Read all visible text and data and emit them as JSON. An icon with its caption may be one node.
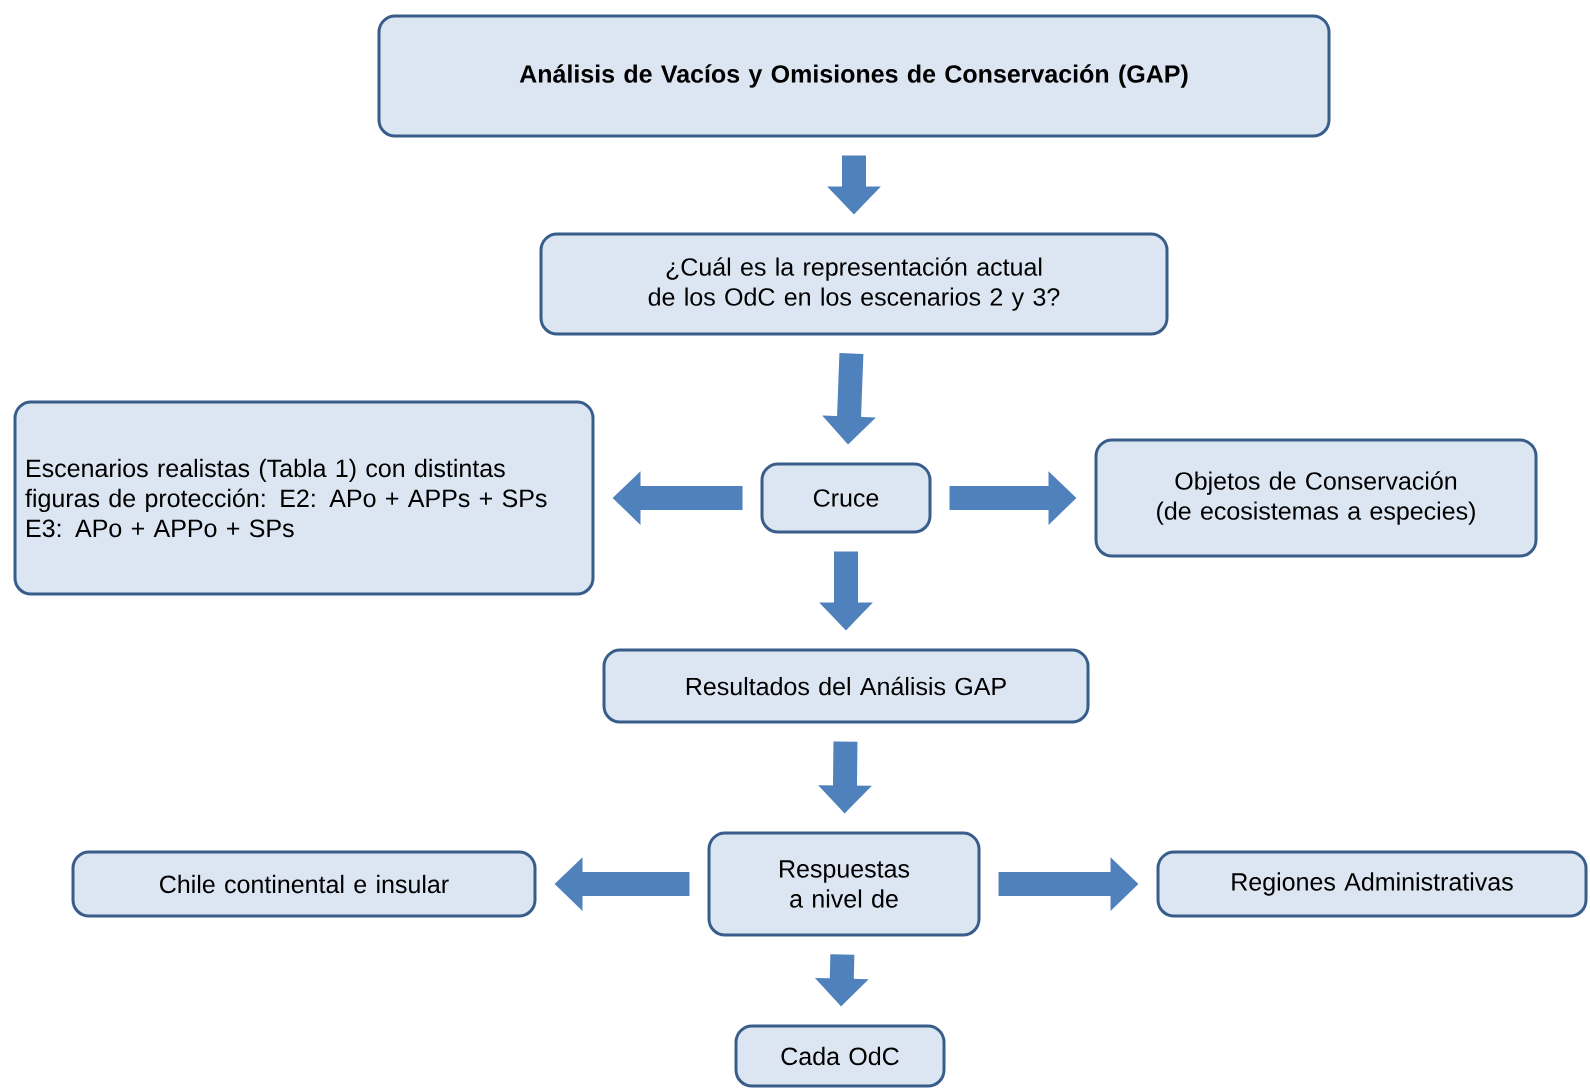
{
  "diagram": {
    "nodes": [
      {
        "text": [
          "Análisis de Vacíos y Omisiones de Conservación (GAP)"
        ]
      },
      {
        "text": [
          "¿Cuál es la representación actual de los OdC en los escenarios 2 y 3?"
        ]
      },
      {
        "text": [
          "Escenarios realistas (Tabla 1) con distintas figuras de protección: E2: APo + APPs + SPs E3: APo + APPo + SPs"
        ]
      },
      {
        "text": [
          "Cruce"
        ]
      },
      {
        "text": [
          "Objetos de Conservación (de ecosistemas a especies)"
        ]
      },
      {
        "text": [
          "Resultados del Análisis GAP"
        ]
      },
      {
        "text": [
          "Respuestas a nivel de"
        ]
      },
      {
        "text": [
          "Chile continental e insular"
        ]
      },
      {
        "text": [
          "Regiones Administrativas"
        ]
      },
      {
        "text": [
          "Cada OdC"
        ]
      }
    ],
    "edges": [
      {
        "from": 0,
        "to": 1,
        "arrow": "to"
      },
      {
        "from": 1,
        "to": 3,
        "arrow": "to"
      },
      {
        "from": 3,
        "to": 2,
        "arrow": "to"
      },
      {
        "from": 3,
        "to": 4,
        "arrow": "to"
      },
      {
        "from": 3,
        "to": 5,
        "arrow": "to"
      },
      {
        "from": 5,
        "to": 6,
        "arrow": "to"
      },
      {
        "from": 6,
        "to": 7,
        "arrow": "to"
      },
      {
        "from": 6,
        "to": 8,
        "arrow": "to"
      },
      {
        "from": 6,
        "to": 9,
        "arrow": "to"
      }
    ]
  }
}
